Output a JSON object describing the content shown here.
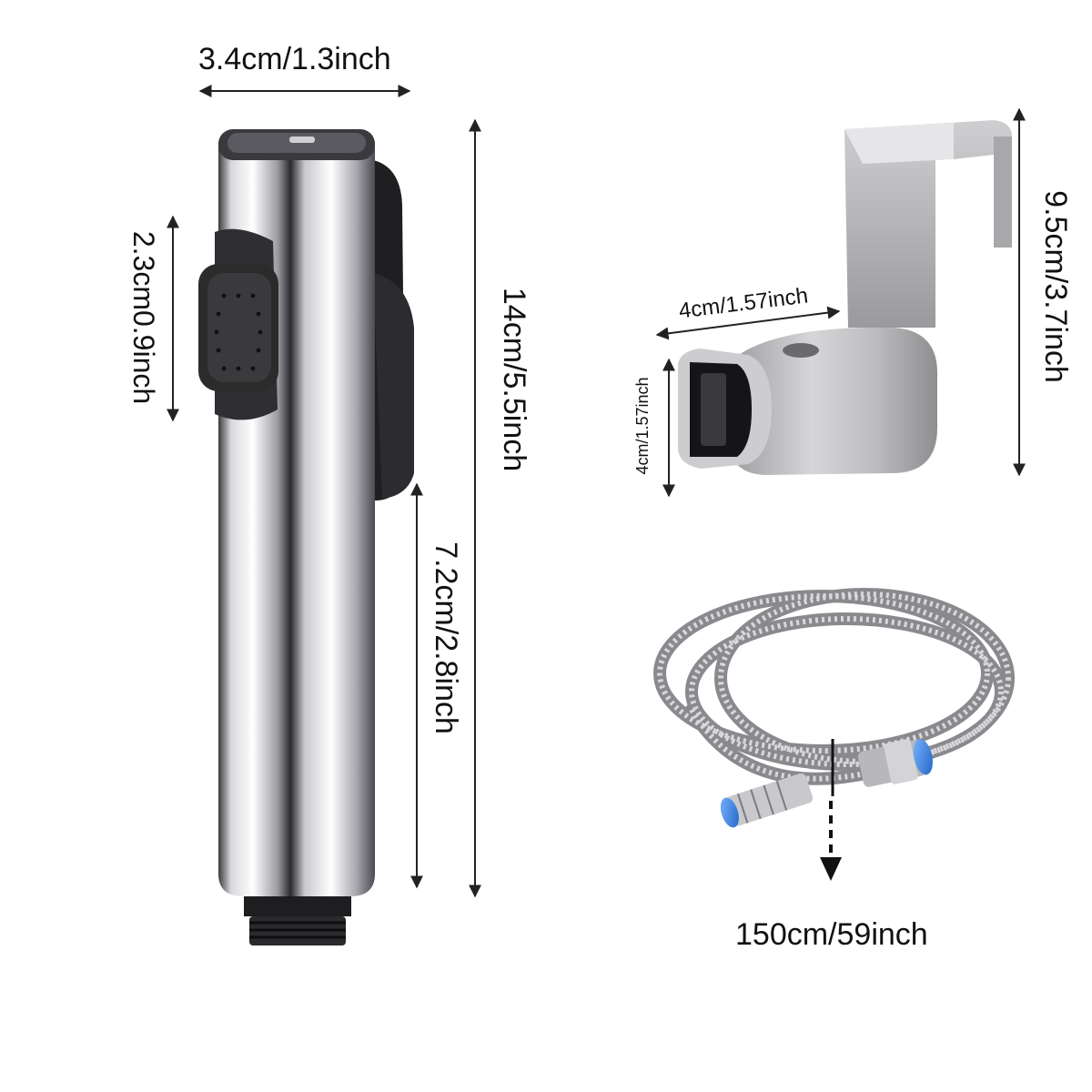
{
  "dimensions": {
    "sprayer_width": "3.4cm/1.3inch",
    "nozzle_height": "2.3cm0.9inch",
    "sprayer_length": "14cm/5.5inch",
    "grip_length": "7.2cm/2.8inch",
    "holder_depth": "4cm/1.57inch",
    "holder_height": "4cm/1.57inch",
    "hook_height": "9.5cm/3.7inch",
    "hose_length": "150cm/59inch"
  },
  "colors": {
    "chrome_light": "#f4f4f6",
    "chrome_dark": "#2a2a2e",
    "button_black": "#2b2b2b",
    "steel": "#b9b9bb",
    "connector_blue": "#2f7fd8",
    "arrow": "#1a1a1a"
  }
}
